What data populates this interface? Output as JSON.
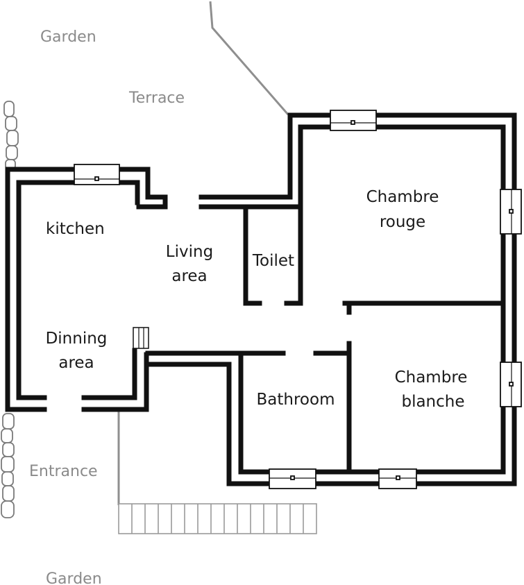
{
  "outside_labels": {
    "garden_top": "Garden",
    "terrace": "Terrace",
    "entrance": "Entrance",
    "garden_bottom": "Garden"
  },
  "rooms": {
    "kitchen": "kitchen",
    "dinning_line1": "Dinning",
    "dinning_line2": "area",
    "living_line1": "Living",
    "living_line2": "area",
    "toilet": "Toilet",
    "chambre_rouge_line1": "Chambre",
    "chambre_rouge_line2": "rouge",
    "bathroom": "Bathroom",
    "chambre_blanche_line1": "Chambre",
    "chambre_blanche_line2": "blanche"
  },
  "colors": {
    "walls": "#111111",
    "outside_text": "#8a8a8a",
    "paths": "#8f8f8f"
  }
}
